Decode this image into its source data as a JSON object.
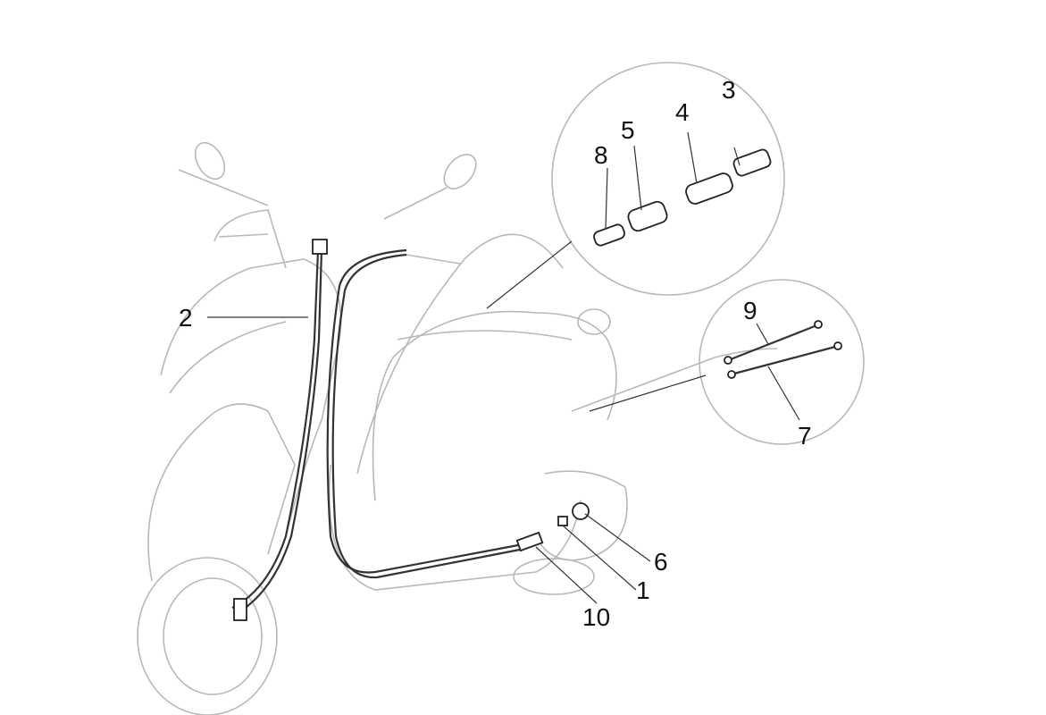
{
  "diagram": {
    "title": "Scooter speedometer cable / transmission exploded view",
    "labels": {
      "p1": "1",
      "p2": "2",
      "p3": "3",
      "p4": "4",
      "p5": "5",
      "p6": "6",
      "p7": "7",
      "p8": "8",
      "p9": "9",
      "p10": "10"
    },
    "colors": {
      "outline": "#b8b8b8",
      "parts": "#222222"
    }
  }
}
